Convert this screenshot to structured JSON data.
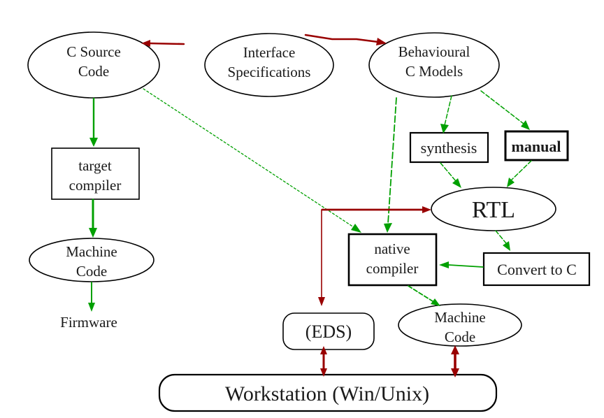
{
  "diagram": {
    "background": "#ffffff",
    "colors": {
      "green": "#00a000",
      "red": "#990000",
      "outline": "#000000",
      "text": "#1a1a1a"
    },
    "nodes": {
      "c_source_code": {
        "line1": "C Source",
        "line2": "Code"
      },
      "interface_specifications": {
        "line1": "Interface",
        "line2": "Specifications"
      },
      "behavioural_c_models": {
        "line1": "Behavioural",
        "line2": "C Models"
      },
      "target_compiler": {
        "line1": "target",
        "line2": "compiler"
      },
      "machine_code_left": {
        "line1": "Machine",
        "line2": "Code"
      },
      "firmware": {
        "label": "Firmware"
      },
      "synthesis": {
        "label": "synthesis"
      },
      "manual": {
        "label": "manual"
      },
      "rtl": {
        "label": "RTL"
      },
      "native_compiler": {
        "line1": "native",
        "line2": "compiler"
      },
      "convert_to_c": {
        "label": "Convert to C"
      },
      "eds": {
        "label": "(EDS)"
      },
      "machine_code_right": {
        "line1": "Machine",
        "line2": "Code"
      },
      "workstation": {
        "label": "Workstation (Win/Unix)"
      }
    },
    "edges": [
      {
        "from": "interface_specifications",
        "to": "c_source_code",
        "color": "red",
        "bidirectional": false
      },
      {
        "from": "interface_specifications",
        "to": "behavioural_c_models",
        "color": "red",
        "bidirectional": false
      },
      {
        "from": "c_source_code",
        "to": "target_compiler",
        "color": "green",
        "bidirectional": false
      },
      {
        "from": "target_compiler",
        "to": "machine_code_left",
        "color": "green",
        "bidirectional": false
      },
      {
        "from": "machine_code_left",
        "to": "firmware",
        "color": "green",
        "bidirectional": false
      },
      {
        "from": "c_source_code",
        "to": "native_compiler",
        "color": "green",
        "bidirectional": false
      },
      {
        "from": "behavioural_c_models",
        "to": "native_compiler",
        "color": "green",
        "bidirectional": false
      },
      {
        "from": "behavioural_c_models",
        "to": "synthesis",
        "color": "green",
        "bidirectional": false
      },
      {
        "from": "behavioural_c_models",
        "to": "manual",
        "color": "green",
        "bidirectional": false
      },
      {
        "from": "synthesis",
        "to": "rtl",
        "color": "green",
        "bidirectional": false
      },
      {
        "from": "manual",
        "to": "rtl",
        "color": "green",
        "bidirectional": false
      },
      {
        "from": "rtl",
        "to": "convert_to_c",
        "color": "green",
        "bidirectional": false
      },
      {
        "from": "convert_to_c",
        "to": "native_compiler",
        "color": "green",
        "bidirectional": false
      },
      {
        "from": "native_compiler",
        "to": "machine_code_right",
        "color": "green",
        "bidirectional": false
      },
      {
        "from": "eds",
        "to": "rtl",
        "color": "red",
        "bidirectional": true,
        "note": "right-angle connector, arrowheads at both ends"
      },
      {
        "from": "eds",
        "to": "workstation",
        "color": "red",
        "bidirectional": true
      },
      {
        "from": "machine_code_right",
        "to": "workstation",
        "color": "red",
        "bidirectional": true
      }
    ]
  }
}
